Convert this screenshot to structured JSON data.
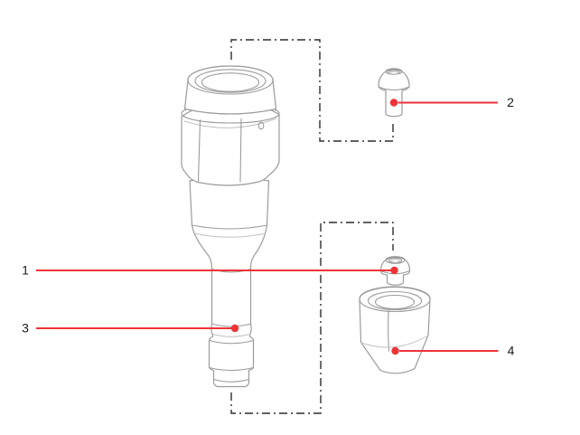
{
  "theme": {
    "background_color": "#ffffff",
    "accent_color": "#ee3338",
    "drawing_line_color": "#9b9b9b",
    "drawing_line_soft_color": "#c0c0c0",
    "phantom_line_color": "#2d2d2d",
    "label_color": "#14181f"
  },
  "diagram": {
    "callouts": [
      {
        "label": "1",
        "part": "vent-nut"
      },
      {
        "label": "2",
        "part": "socket-head-screw"
      },
      {
        "label": "3",
        "part": "valve-body-shaft"
      },
      {
        "label": "4",
        "part": "nozzle-holder-nut"
      }
    ]
  }
}
